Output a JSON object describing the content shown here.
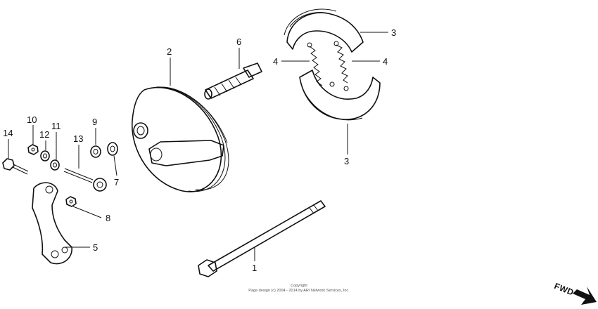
{
  "diagram": {
    "callouts": {
      "c1": "1",
      "c2": "2",
      "c3_top": "3",
      "c3_bottom": "3",
      "c4_left": "4",
      "c4_right": "4",
      "c5": "5",
      "c6": "6",
      "c7": "7",
      "c8": "8",
      "c9": "9",
      "c10": "10",
      "c11": "11",
      "c12": "12",
      "c13": "13",
      "c14": "14"
    },
    "copyright": {
      "line1": "Copyright",
      "line2": "Page design (c) 2004 - 2014 by ARI Network Services, Inc."
    },
    "direction_label": "FWD"
  }
}
